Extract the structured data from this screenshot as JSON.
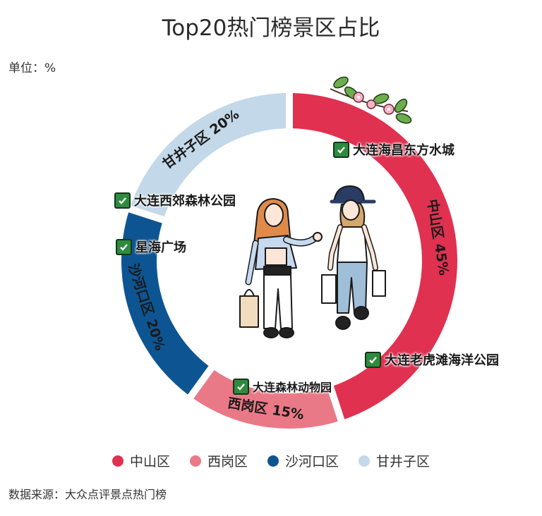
{
  "title": "Top20热门榜景区占比",
  "unit_label": "单位：%",
  "source_label": "数据来源：大众点评景点热门榜",
  "colors": {
    "zhongshan": "#e03150",
    "xigang": "#ea7987",
    "shahekou": "#0d5592",
    "ganjingzi": "#c3d8e8",
    "check": "#2e8b3e"
  },
  "chart_data": {
    "type": "pie",
    "variant": "donut",
    "unit": "%",
    "title": "Top20热门榜景区占比",
    "categories": [
      "中山区",
      "西岗区",
      "沙河口区",
      "甘井子区"
    ],
    "values": [
      45,
      15,
      20,
      20
    ],
    "slice_labels": [
      "中山区 45%",
      "西岗区 15%",
      "沙河口区 20%",
      "甘井子区 20%"
    ],
    "colors": [
      "#e03150",
      "#ea7987",
      "#0d5592",
      "#c3d8e8"
    ],
    "legend_position": "bottom"
  },
  "annotations": [
    {
      "id": "dalian-haichang",
      "text": "大连海昌东方水城"
    },
    {
      "id": "laohutan",
      "text": "大连老虎滩海洋公园"
    },
    {
      "id": "forest-zoo",
      "text": "大连森林动物园"
    },
    {
      "id": "xingsha",
      "text": "星海广场"
    },
    {
      "id": "xijiao",
      "text": "大连西郊森林公园"
    }
  ],
  "illustration": "two-girls-shopping"
}
